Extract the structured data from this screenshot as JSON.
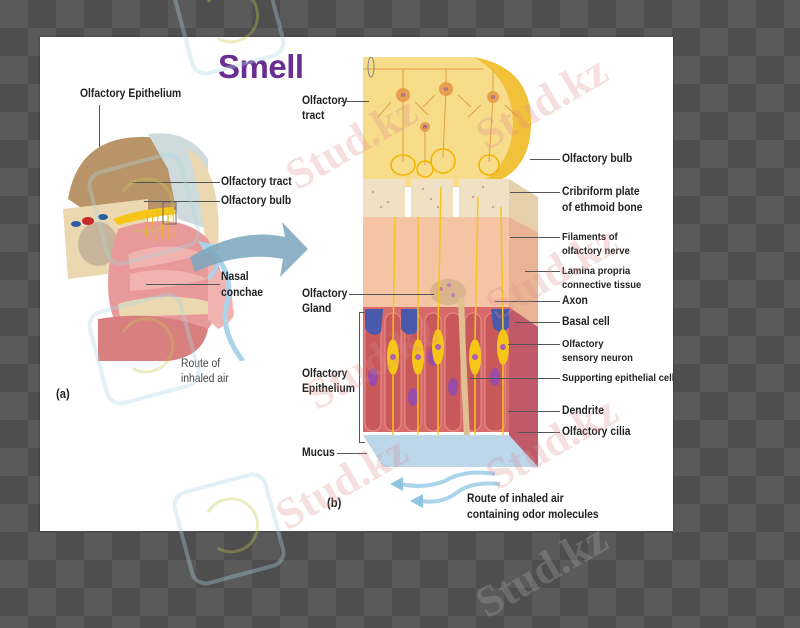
{
  "slide": {
    "title": "Smell",
    "title_color": "#6a2d91"
  },
  "panel_a": {
    "panel_label": "(a)",
    "labels": {
      "olfactory_epithelium": "Olfactory Epithelium",
      "olfactory_tract": "Olfactory tract",
      "olfactory_bulb": "Olfactory bulb",
      "nasal_conchae_1": "Nasal",
      "nasal_conchae_2": "conchae",
      "route_1": "Route of",
      "route_2": "inhaled air"
    }
  },
  "panel_b": {
    "panel_label": "(b)",
    "left_labels": {
      "olfactory_tract_1": "Olfactory",
      "olfactory_tract_2": "tract",
      "olfactory_gland_1": "Olfactory",
      "olfactory_gland_2": "Gland",
      "olfactory_epithelium_1": "Olfactory",
      "olfactory_epithelium_2": "Epithelium",
      "mucus": "Mucus"
    },
    "right_labels": {
      "olfactory_bulb": "Olfactory bulb",
      "cribriform_1": "Cribriform plate",
      "cribriform_2": "of ethmoid bone",
      "filaments_1": "Filaments of",
      "filaments_2": "olfactory nerve",
      "lamina_1": "Lamina propria",
      "lamina_2": "connective tissue",
      "axon": "Axon",
      "basal_cell": "Basal cell",
      "sensory_neuron_1": "Olfactory",
      "sensory_neuron_2": "sensory neuron",
      "supporting_cell": "Supporting epithelial cell",
      "dendrite": "Dendrite",
      "olfactory_cilia": "Olfactory cilia"
    },
    "route_1": "Route of inhaled air",
    "route_2": "containing odor molecules"
  },
  "watermark": {
    "text": "Stud.kz"
  }
}
